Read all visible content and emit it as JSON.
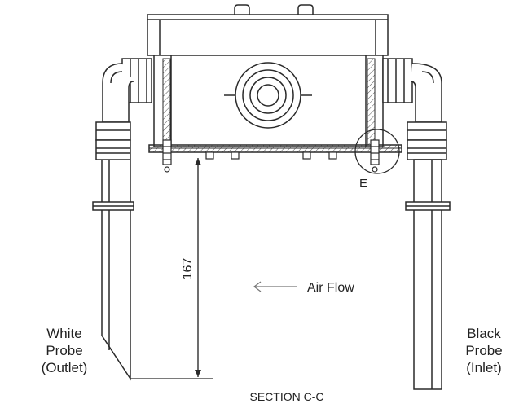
{
  "labels": {
    "detail_callout": "E",
    "dimension": "167",
    "air_flow": "Air Flow",
    "section_title": "SECTION C-C",
    "left_probe": {
      "line1": "White",
      "line2": "Probe",
      "line3": "(Outlet)"
    },
    "right_probe": {
      "line1": "Black",
      "line2": "Probe",
      "line3": "(Inlet)"
    }
  },
  "colors": {
    "line": "#2a2a2a",
    "hatch": "#555555",
    "background": "#ffffff"
  }
}
